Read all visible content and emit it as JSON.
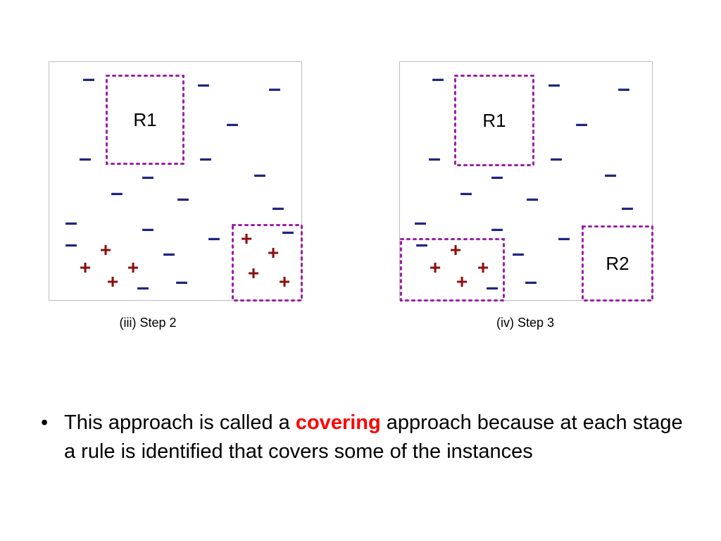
{
  "colors": {
    "negative": "#1f2680",
    "positive": "#8b1010",
    "region_border": "#9b1fa8",
    "highlight": "#ff0000"
  },
  "symbols": {
    "negative": "–",
    "positive": "+"
  },
  "panels": [
    {
      "id": "left",
      "caption": "(iii) Step 2",
      "regions": [
        {
          "label": "R1",
          "x": [
            80,
            192
          ],
          "y": [
            18,
            146
          ]
        },
        {
          "label": "",
          "x": [
            259,
            360
          ],
          "y": [
            230,
            340
          ]
        }
      ],
      "negatives": [
        [
          56,
          27
        ],
        [
          219,
          35
        ],
        [
          320,
          41
        ],
        [
          260,
          91
        ],
        [
          51,
          140
        ],
        [
          222,
          140
        ],
        [
          140,
          166
        ],
        [
          299,
          163
        ],
        [
          96,
          189
        ],
        [
          190,
          197
        ],
        [
          325,
          210
        ],
        [
          31,
          231
        ],
        [
          140,
          240
        ],
        [
          339,
          244
        ],
        [
          31,
          262
        ],
        [
          234,
          253
        ],
        [
          170,
          275
        ],
        [
          133,
          323
        ],
        [
          188,
          315
        ]
      ],
      "positives": [
        [
          80,
          267
        ],
        [
          51,
          292
        ],
        [
          119,
          292
        ],
        [
          90,
          312
        ],
        [
          280,
          251
        ],
        [
          318,
          271
        ],
        [
          290,
          300
        ],
        [
          334,
          312
        ]
      ]
    },
    {
      "id": "right",
      "caption": "(iv) Step 3",
      "regions": [
        {
          "label": "R1",
          "x": [
            77,
            191
          ],
          "y": [
            18,
            148
          ]
        },
        {
          "label": "",
          "x": [
            0,
            149
          ],
          "y": [
            250,
            340
          ]
        },
        {
          "label": "R2",
          "x": [
            258,
            360
          ],
          "y": [
            232,
            340
          ]
        }
      ],
      "negatives": [
        [
          54,
          27
        ],
        [
          219,
          35
        ],
        [
          318,
          41
        ],
        [
          258,
          91
        ],
        [
          49,
          140
        ],
        [
          222,
          140
        ],
        [
          138,
          166
        ],
        [
          299,
          163
        ],
        [
          94,
          189
        ],
        [
          188,
          197
        ],
        [
          323,
          210
        ],
        [
          29,
          231
        ],
        [
          138,
          240
        ],
        [
          31,
          262
        ],
        [
          233,
          253
        ],
        [
          168,
          275
        ],
        [
          131,
          323
        ],
        [
          186,
          315
        ]
      ],
      "positives": [
        [
          79,
          267
        ],
        [
          50,
          292
        ],
        [
          118,
          292
        ],
        [
          88,
          312
        ]
      ]
    }
  ],
  "bullet": {
    "marker": "•",
    "text_before": "This approach is called a ",
    "keyword": "covering",
    "text_after": " approach because at each stage a rule is identified that covers some of the instances"
  }
}
